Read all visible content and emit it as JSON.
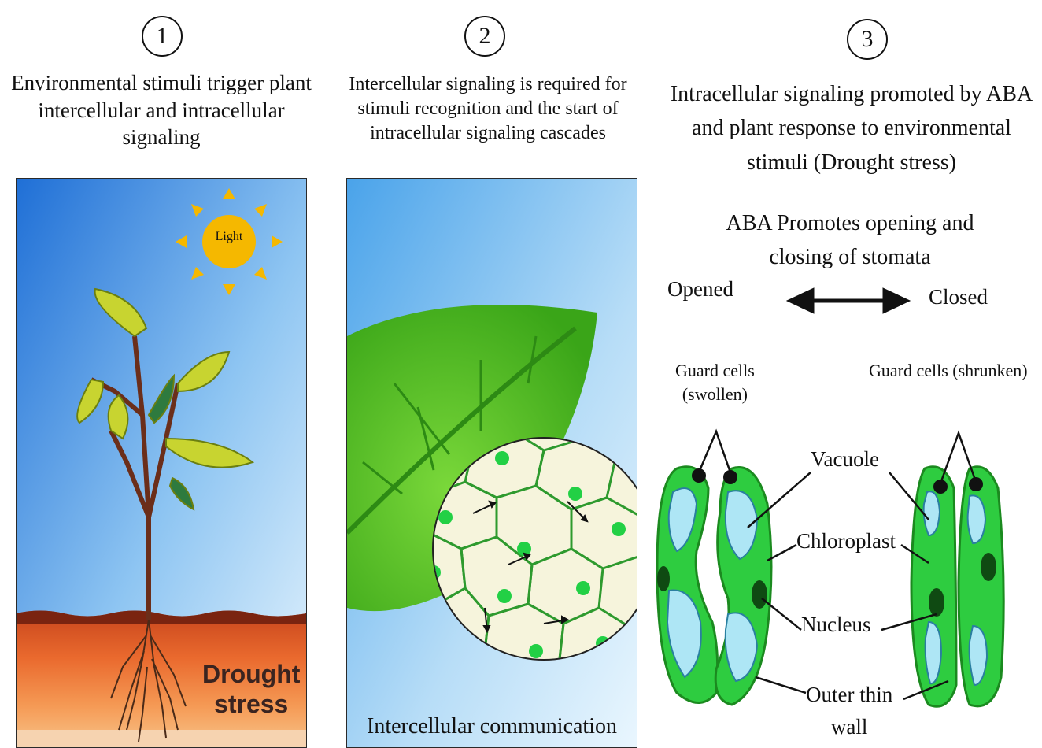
{
  "panel1": {
    "number": "1",
    "title": "Environmental stimuli trigger plant intercellular and intracellular signaling",
    "sun_label": "Light",
    "drought_line1": "Drought",
    "drought_line2": "stress"
  },
  "panel2": {
    "number": "2",
    "title": "Intercellular signaling is required for stimuli recognition and the start of intracellular signaling cascades",
    "caption": "Intercellular communication"
  },
  "panel3": {
    "number": "3",
    "title": "Intracellular signaling promoted by ABA and  plant response to environmental stimuli (Drought stress)",
    "subtitle": "ABA Promotes opening and closing of stomata",
    "opened": "Opened",
    "closed": "Closed",
    "guard_swollen_line1": "Guard cells",
    "guard_swollen_line2": "(swollen)",
    "guard_shrunken": "Guard cells (shrunken)",
    "labels": {
      "vacuole": "Vacuole",
      "chloroplast": "Chloroplast",
      "nucleus": "Nucleus",
      "outer_line1": "Outer thin",
      "outer_line2": "wall"
    }
  },
  "colors": {
    "sky_top": "#1f6fd6",
    "sky_bottom": "#cfe9fb",
    "soil": "#e4622a",
    "guard_cell_green": "#2ecc40",
    "sun": "#f5b800"
  }
}
